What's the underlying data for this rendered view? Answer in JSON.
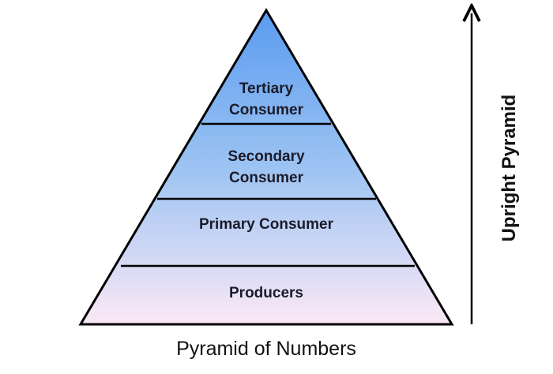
{
  "diagram": {
    "title": "Pyramid of Numbers",
    "axis_label": "Upright Pyramid",
    "levels": [
      {
        "line1": "Tertiary",
        "line2": "Consumer"
      },
      {
        "line1": "Secondary",
        "line2": "Consumer"
      },
      {
        "line1": "Primary Consumer"
      },
      {
        "line1": "Producers"
      }
    ],
    "colors": {
      "top": "#5a9bf0",
      "bottom": "#fbe9f6",
      "stroke": "#000000"
    }
  }
}
